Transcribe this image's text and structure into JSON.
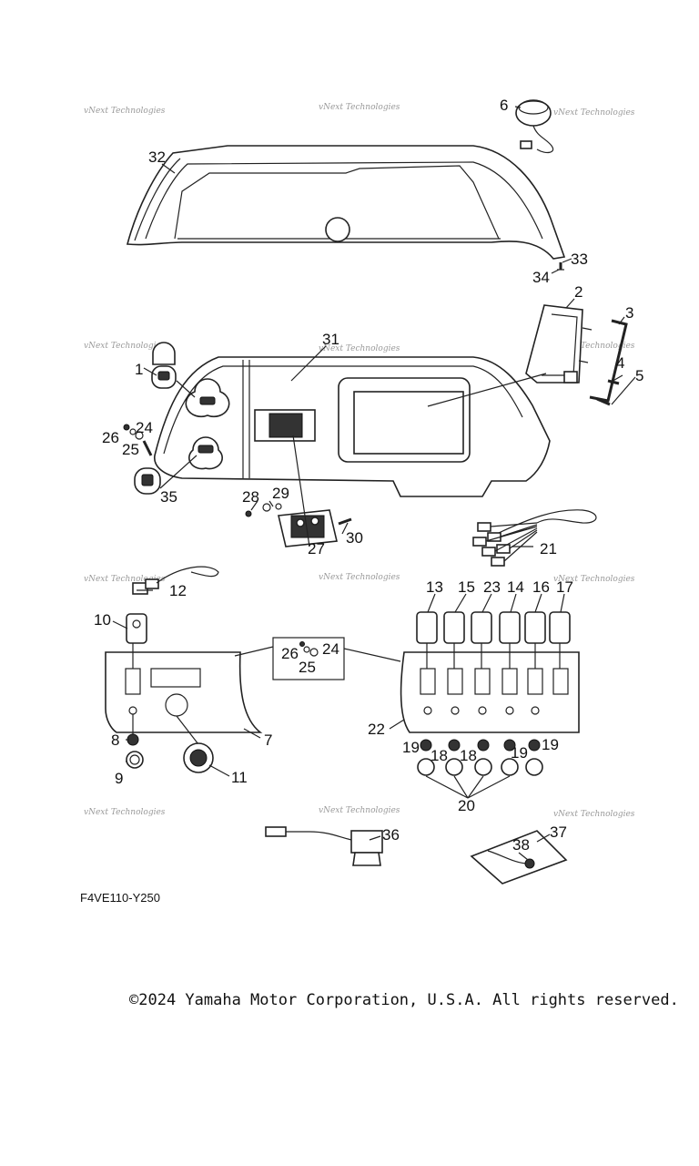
{
  "watermark": "vNext Technologies",
  "diagram_code": "F4VE110-Y250",
  "copyright": "©2024 Yamaha Motor Corporation, U.S.A. All rights reserved.",
  "callouts": {
    "c1": "1",
    "c2": "2",
    "c3": "3",
    "c4": "4",
    "c5": "5",
    "c6": "6",
    "c7": "7",
    "c8": "8",
    "c9": "9",
    "c10": "10",
    "c11": "11",
    "c12": "12",
    "c13": "13",
    "c14": "14",
    "c15": "15",
    "c16": "16",
    "c17": "17",
    "c18": "18",
    "c19": "19",
    "c20": "20",
    "c21": "21",
    "c22": "22",
    "c23": "23",
    "c24": "24",
    "c25": "25",
    "c26": "26",
    "c27": "27",
    "c28": "28",
    "c29": "29",
    "c30": "30",
    "c31": "31",
    "c32": "32",
    "c33": "33",
    "c34": "34",
    "c35": "35",
    "c36": "36",
    "c37": "37",
    "c38": "38"
  }
}
